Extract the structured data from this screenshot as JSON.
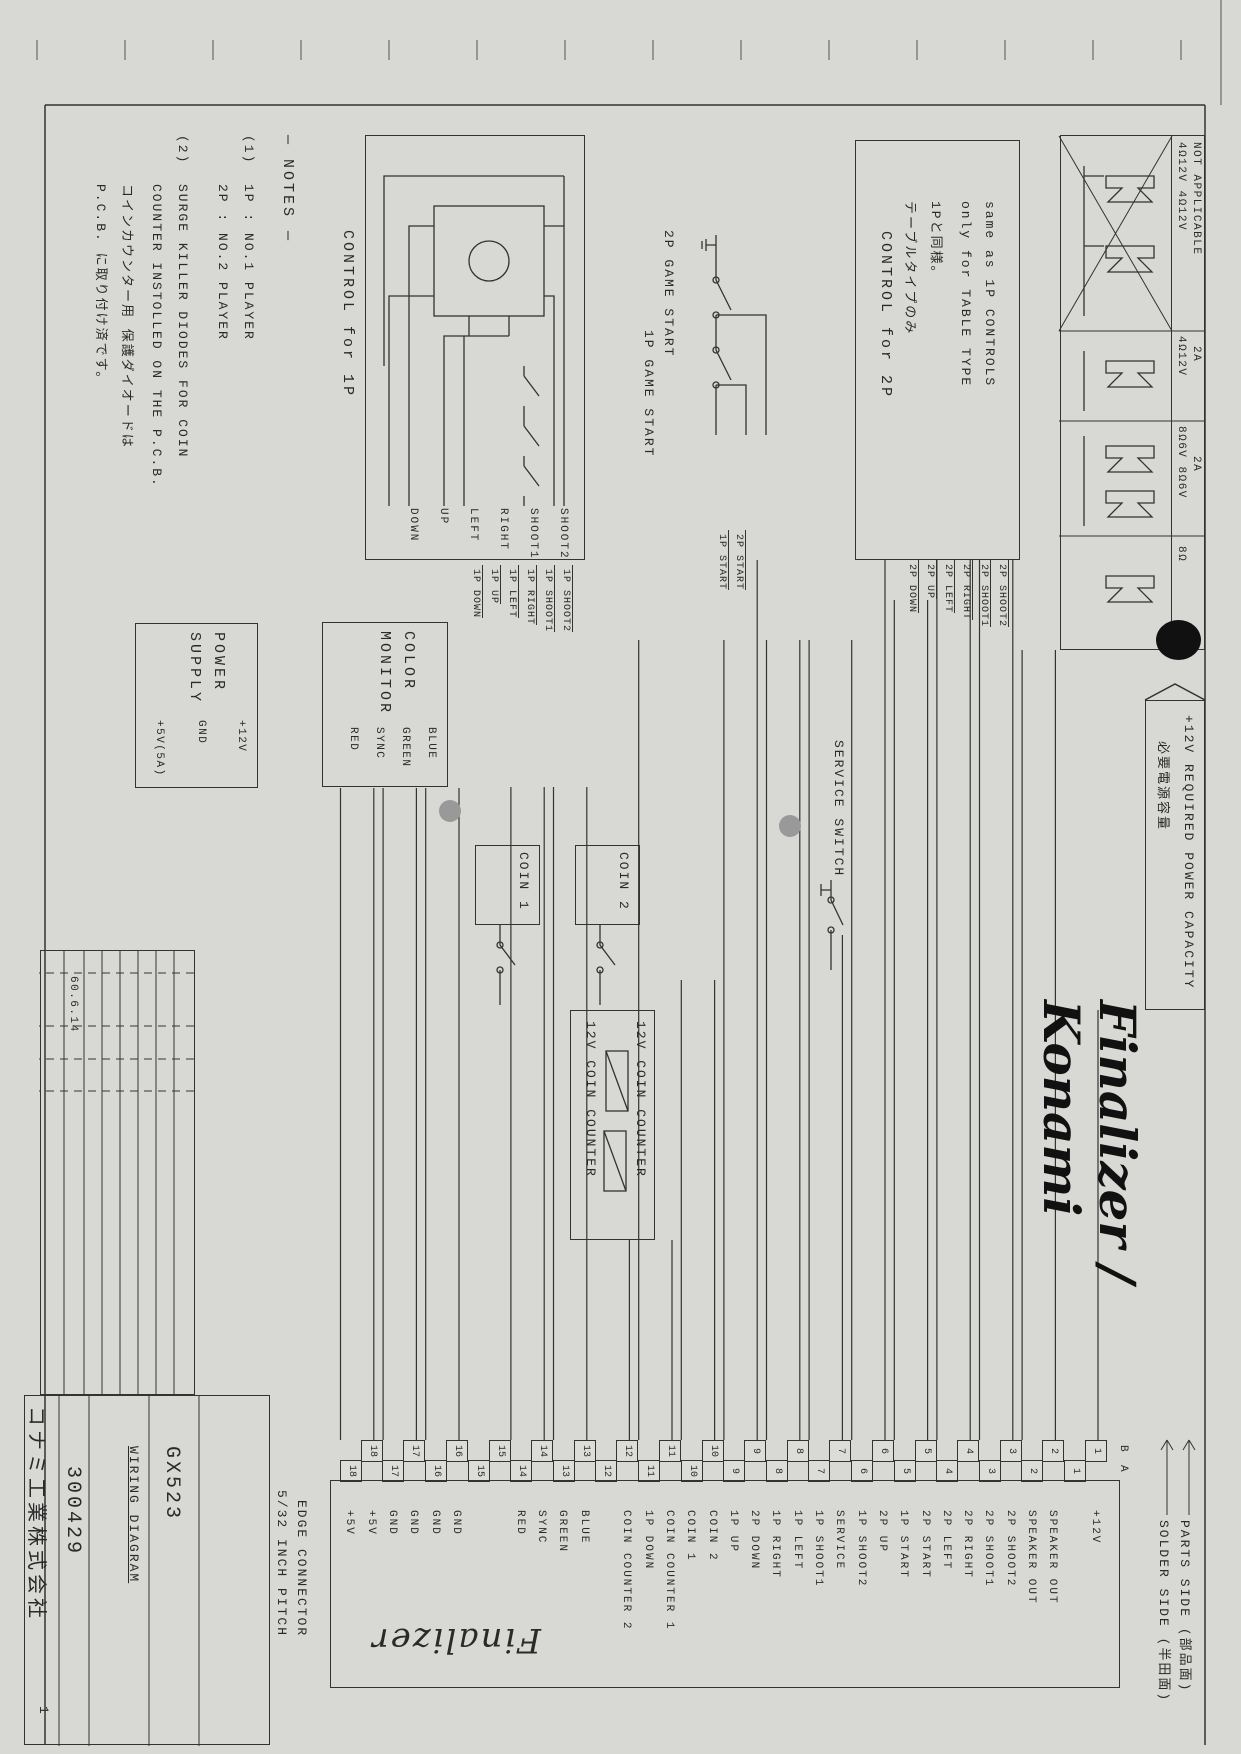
{
  "title_block": {
    "company": "コナミ工業株式会社",
    "drawing_number": "300429",
    "model": "GX523",
    "title": "WIRING DIAGRAM",
    "sheet": "1"
  },
  "revision": {
    "date": "60.6.14"
  },
  "signature": "Finalizer / Konami",
  "handwritten_title": "Finalizer",
  "speakers": {
    "not_applicable": "NOT APPLICABLE",
    "cells": [
      {
        "current": "",
        "spec": "4Ω12V 4Ω12V"
      },
      {
        "current": "2A",
        "spec": "4Ω12V"
      },
      {
        "current": "2A",
        "spec": "8Ω6V 8Ω6V"
      },
      {
        "current": "",
        "spec": "8Ω"
      }
    ]
  },
  "power_capacity": {
    "label": "+12V REQUIRED POWER CAPACITY",
    "label_jp": "必要電源容量"
  },
  "control_2p": {
    "title": "CONTROL for 2P",
    "note1": "same as 1P CONTROLS",
    "note2": "only for TABLE TYPE",
    "note_jp1": "1Pと同様。",
    "note_jp2": "テーブルタイプのみ",
    "wires": [
      "2P SHOOT2",
      "2P SHOOT1",
      "2P RIGHT",
      "2P LEFT",
      "2P UP",
      "2P DOWN"
    ]
  },
  "start": {
    "p2": "2P GAME START",
    "p1": "1P GAME START",
    "wires": [
      "2P START",
      "1P START"
    ]
  },
  "control_1p": {
    "title": "CONTROL for 1P",
    "switches": [
      "SHOOT2",
      "SHOOT1",
      "RIGHT",
      "LEFT",
      "UP",
      "DOWN"
    ],
    "wires": [
      "1P SHOOT2",
      "1P SHOOT1",
      "1P RIGHT",
      "1P LEFT",
      "1P UP",
      "1P DOWN"
    ]
  },
  "notes": {
    "heading": "— NOTES —",
    "items": [
      "(1)  1P : NO.1 PLAYER",
      "     2P : NO.2 PLAYER",
      "(2)  SURGE KILLER DIODES FOR COIN",
      "     COUNTER INSTOLLED ON THE P.C.B.",
      "     コインカウンター用 保護ダイオードは",
      "     P.C.B. に取り付け済です。"
    ]
  },
  "monitor": {
    "title1": "COLOR",
    "title2": "MONITOR",
    "pins": [
      "BLUE",
      "GREEN",
      "SYNC",
      "RED"
    ]
  },
  "power_supply": {
    "title1": "POWER",
    "title2": "SUPPLY",
    "pins": [
      "+12V",
      "GND",
      "+5V(5A)"
    ]
  },
  "service_switch": "SERVICE SWITCH",
  "coin": {
    "coin2": "COIN 2",
    "coin1": "COIN 1"
  },
  "counters": [
    "12V COIN COUNTER",
    "12V COIN COUNTER"
  ],
  "edge": {
    "side_b": "B",
    "side_a": "A",
    "parts": "PARTS SIDE (部品面)",
    "solder": "SOLDER SIDE (半田面)",
    "title": "EDGE CONNECTOR",
    "pitch": "5/32 INCH PITCH",
    "pins": [
      "1",
      "2",
      "3",
      "4",
      "5",
      "6",
      "7",
      "8",
      "9",
      "10",
      "11",
      "12",
      "13",
      "14",
      "15",
      "16",
      "17",
      "18"
    ],
    "labels": [
      "+12V",
      "",
      "SPEAKER OUT",
      "SPEAKER OUT",
      "2P SHOOT2",
      "2P SHOOT1",
      "2P RIGHT",
      "2P LEFT",
      "2P START",
      "1P START",
      "2P UP",
      "1P SHOOT2",
      "SERVICE",
      "1P SHOOT1",
      "1P LEFT",
      "1P RIGHT",
      "2P DOWN",
      "1P UP",
      "COIN 2",
      "COIN 1",
      "COIN COUNTER 1",
      "1P DOWN",
      "COIN COUNTER 2",
      "",
      "BLUE",
      "GREEN",
      "SYNC",
      "RED",
      "",
      "",
      "GND",
      "GND",
      "GND",
      "GND",
      "+5V",
      "+5V"
    ]
  }
}
